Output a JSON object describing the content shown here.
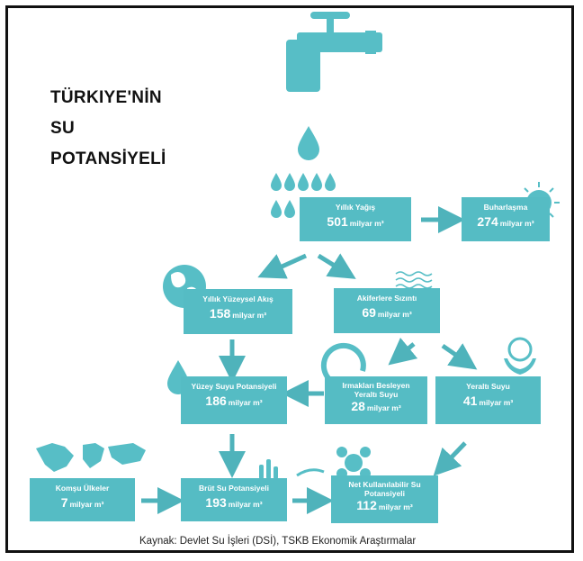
{
  "title": {
    "line1": "TÜRKIYE'NİN",
    "line2": "SU",
    "line3": "POTANSİYELİ"
  },
  "unit": "milyar m³",
  "nodes": {
    "yagis": {
      "label": "Yıllık Yağış",
      "value": "501"
    },
    "buharlasma": {
      "label": "Buharlaşma",
      "value": "274"
    },
    "yuzeysel": {
      "label": "Yıllık Yüzeysel Akış",
      "value": "158"
    },
    "akifer": {
      "label": "Akiferlere Sızıntı",
      "value": "69"
    },
    "yuzey_suyu": {
      "label": "Yüzey Suyu Potansiyeli",
      "value": "186"
    },
    "irmak": {
      "label": "Irmakları Besleyen Yeraltı Suyu",
      "value": "28"
    },
    "yeralti": {
      "label": "Yeraltı Suyu",
      "value": "41"
    },
    "komsu": {
      "label": "Komşu Ülkeler",
      "value": "7"
    },
    "brut": {
      "label": "Brüt Su Potansiyeli",
      "value": "193"
    },
    "net": {
      "label": "Net Kullanılabilir Su Potansiyeli",
      "value": "112"
    }
  },
  "source": "Kaynak: Devlet Su İşleri (DSİ), TSKB Ekonomik Araştırmalar",
  "colors": {
    "box": "#55bcc4",
    "arrow": "#4fb3bb",
    "icon": "#57bec6"
  }
}
